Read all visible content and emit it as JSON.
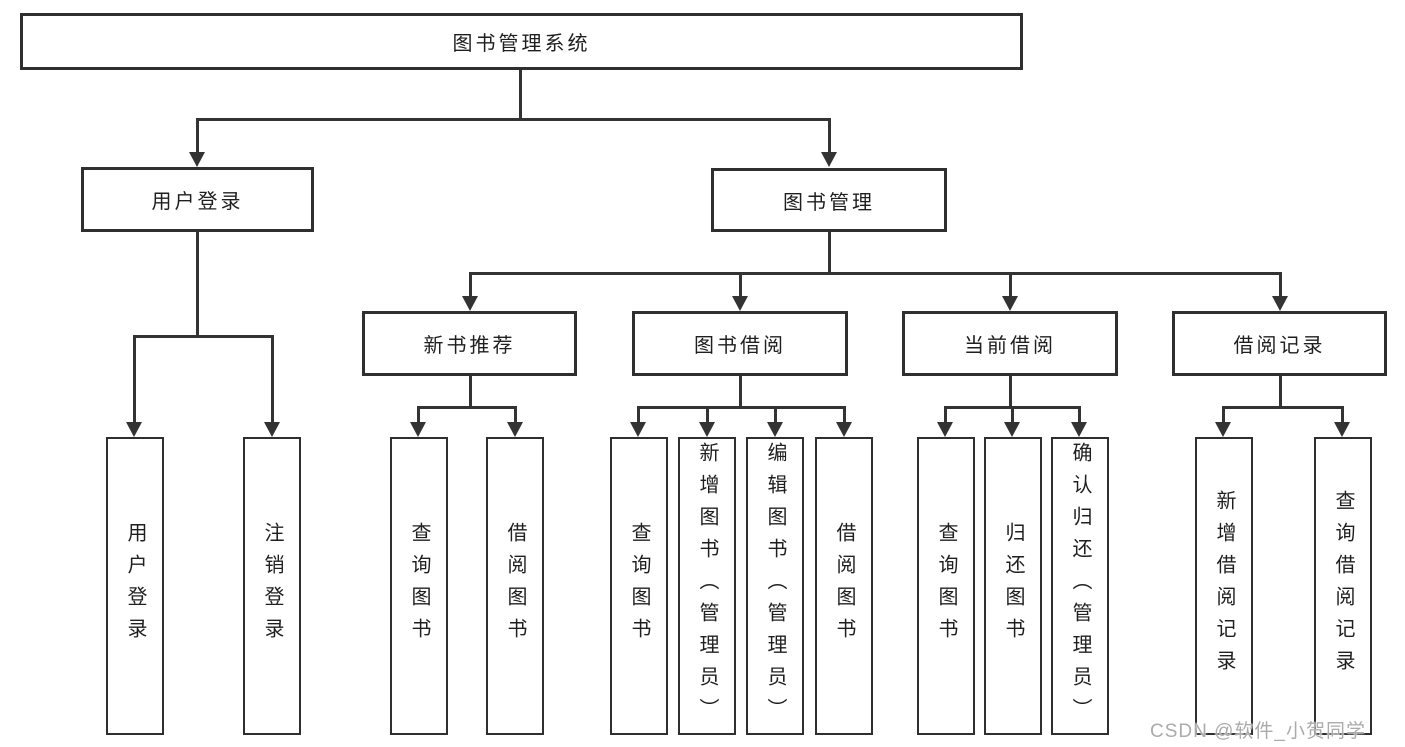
{
  "colors": {
    "line": "#333333",
    "box_border": "#2f2f2f",
    "text": "#1f1f1f",
    "background": "#ffffff",
    "watermark": "#ababab"
  },
  "tree": {
    "root": {
      "label": "图书管理系统"
    },
    "branches": [
      {
        "label": "用户登录",
        "children": [
          {
            "label": "用户登录"
          },
          {
            "label": "注销登录"
          }
        ]
      },
      {
        "label": "图书管理",
        "children": [
          {
            "label": "新书推荐",
            "children": [
              {
                "label": "查询图书"
              },
              {
                "label": "借阅图书"
              }
            ]
          },
          {
            "label": "图书借阅",
            "children": [
              {
                "label": "查询图书"
              },
              {
                "label": "新增图书（管理员）"
              },
              {
                "label": "编辑图书（管理员）"
              },
              {
                "label": "借阅图书"
              }
            ]
          },
          {
            "label": "当前借阅",
            "children": [
              {
                "label": "查询图书"
              },
              {
                "label": "归还图书"
              },
              {
                "label": "确认归还（管理员）"
              }
            ]
          },
          {
            "label": "借阅记录",
            "children": [
              {
                "label": "新增借阅记录"
              },
              {
                "label": "查询借阅记录"
              }
            ]
          }
        ]
      }
    ]
  },
  "watermark": {
    "text": "CSDN @软件_小贺同学"
  }
}
